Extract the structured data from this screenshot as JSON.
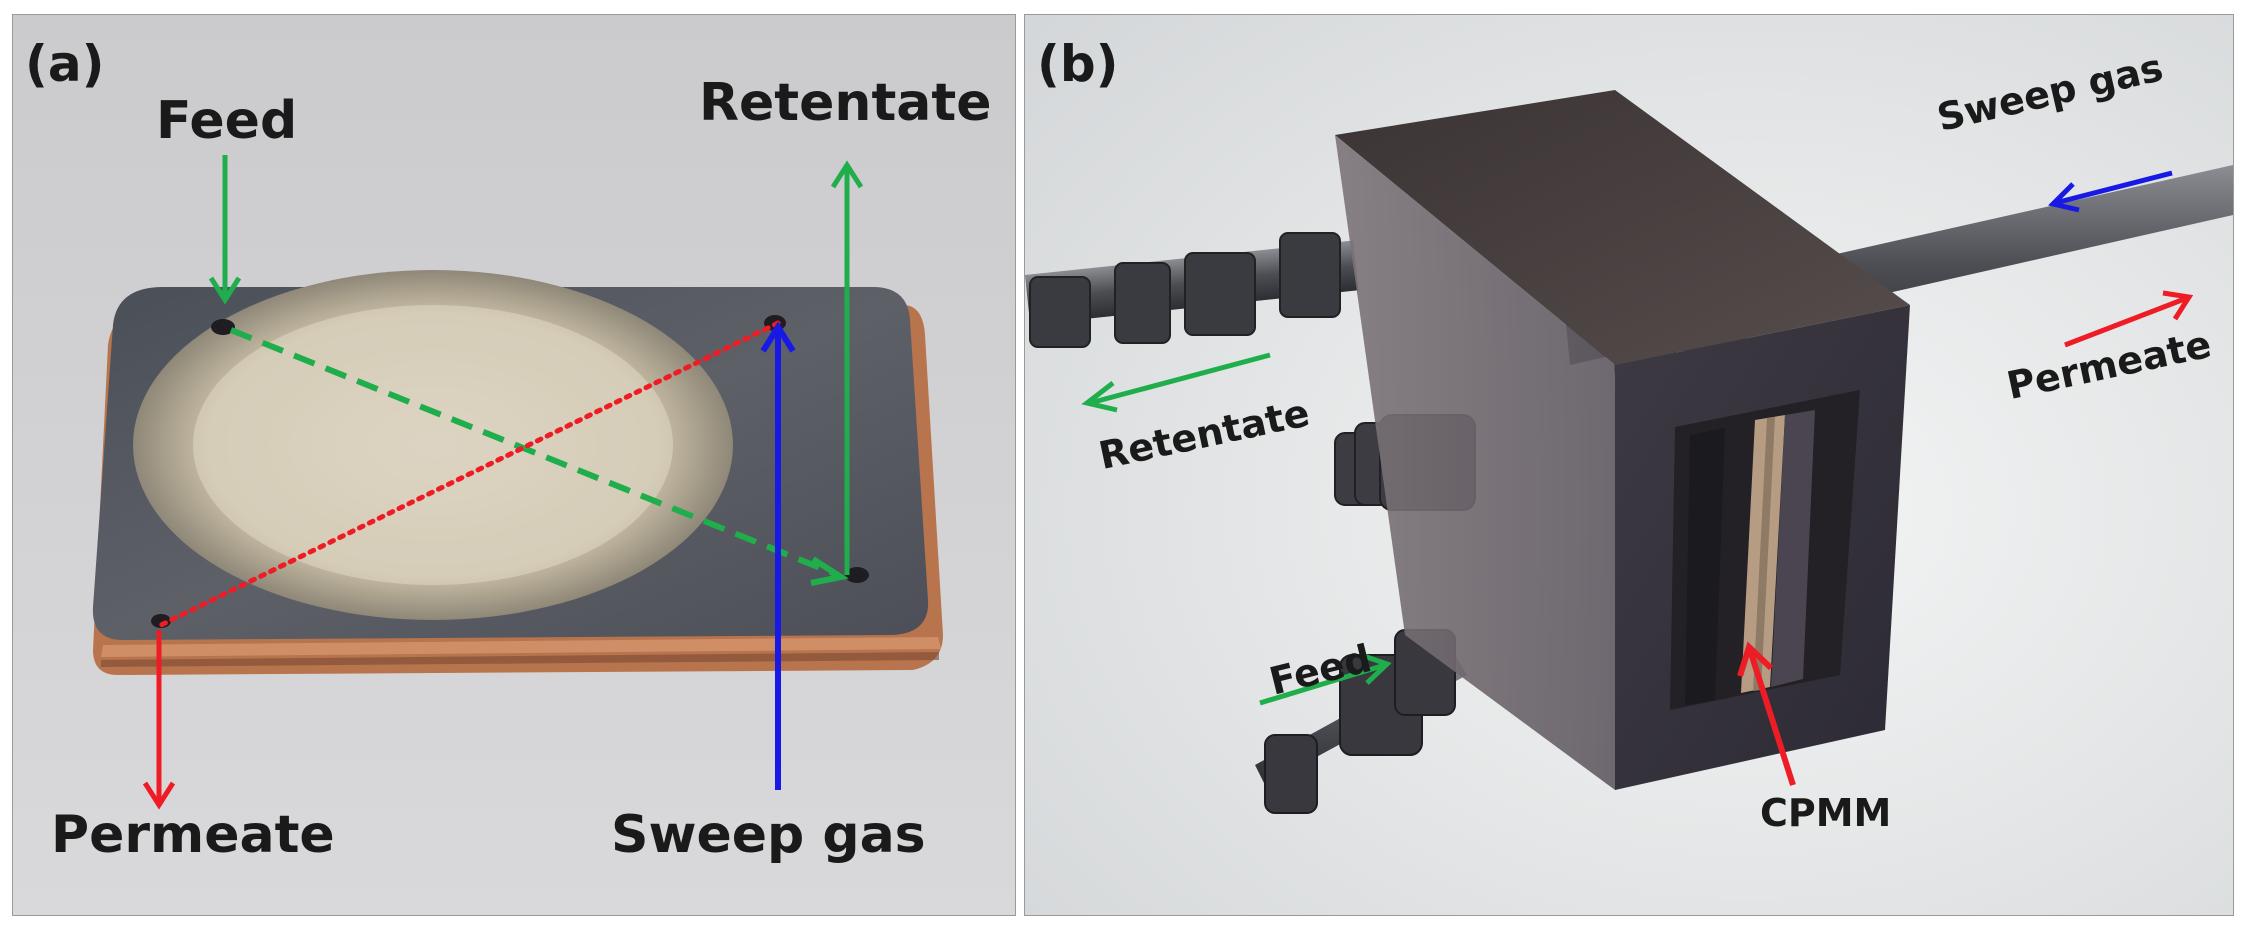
{
  "panels": [
    {
      "letter": "(a)",
      "labels": {
        "feed": "Feed",
        "retentate": "Retentate",
        "permeate": "Permeate",
        "sweep": "Sweep gas"
      }
    },
    {
      "letter": "(b)",
      "labels": {
        "sweep": "Sweep gas",
        "permeate": "Permeate",
        "retentate": "Retentate",
        "feed": "Feed",
        "cpmm": "CPMM"
      }
    }
  ],
  "colors": {
    "feed_retentate": "#1fae4b",
    "permeate": "#ee1c24",
    "sweep": "#1919e6"
  }
}
